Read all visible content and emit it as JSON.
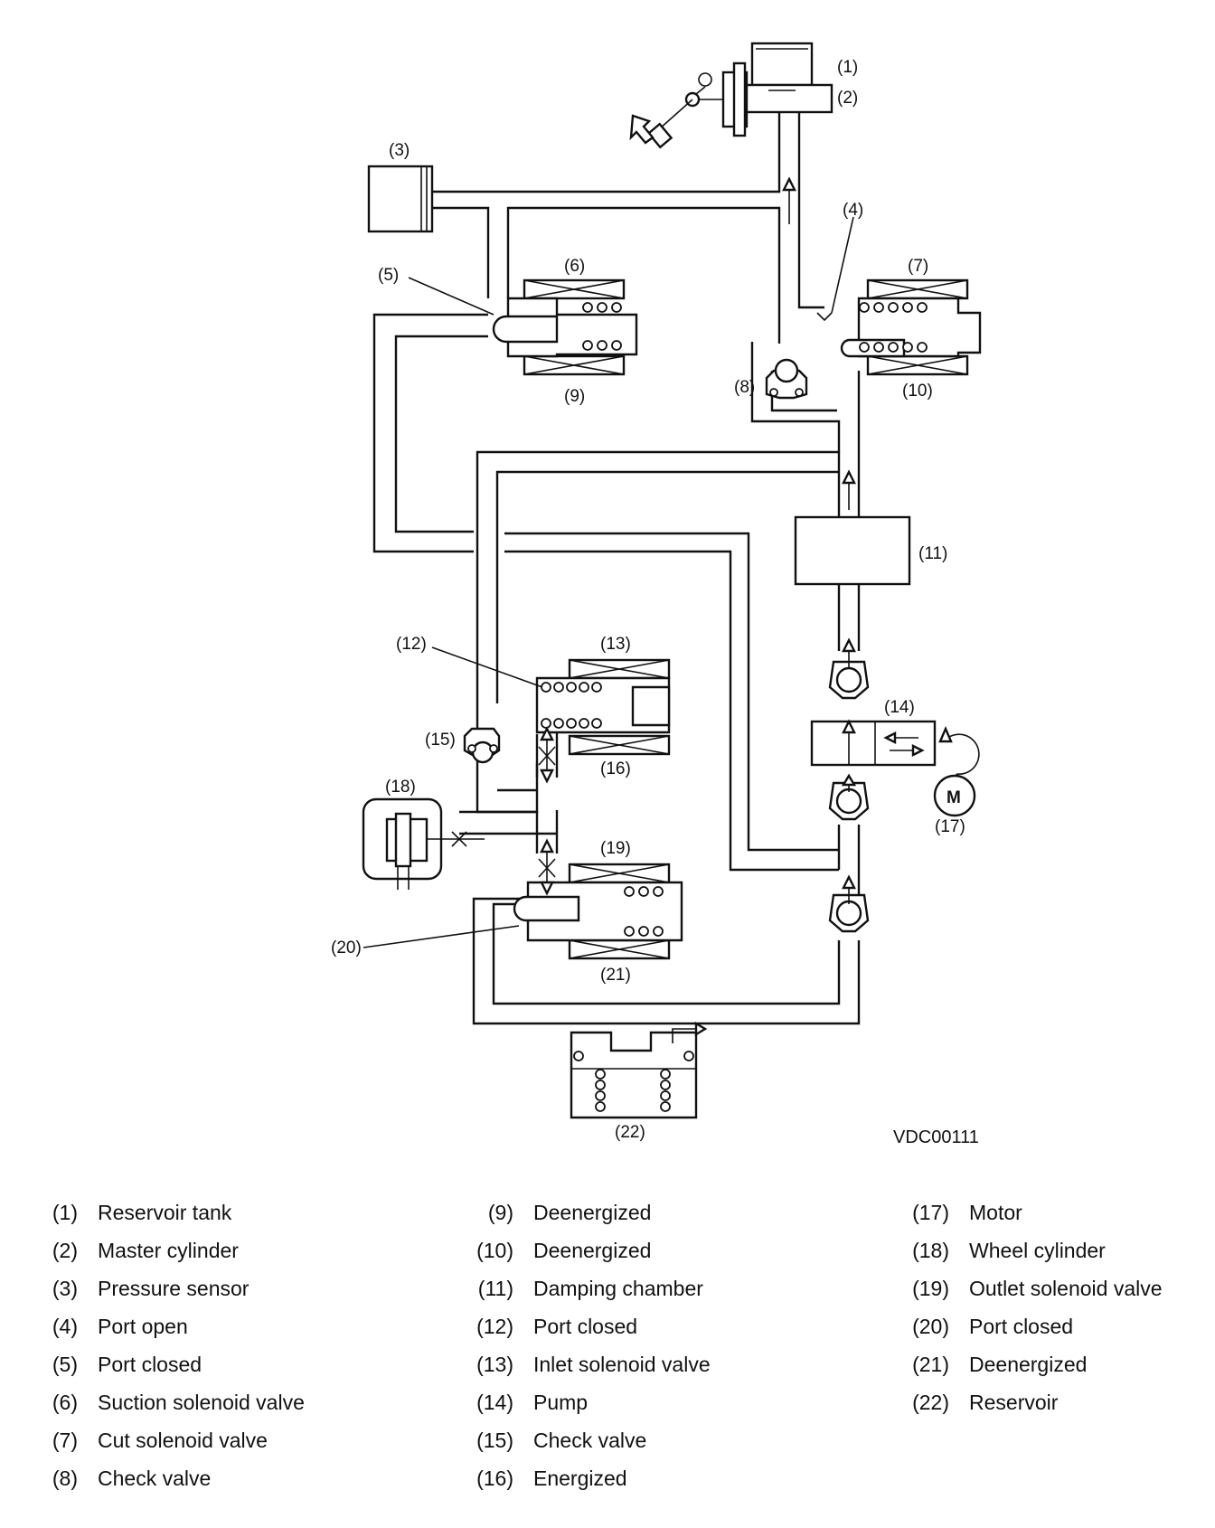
{
  "figure": {
    "code": "VDC00111",
    "callouts": [
      "(1)",
      "(2)",
      "(3)",
      "(4)",
      "(5)",
      "(6)",
      "(7)",
      "(8)",
      "(9)",
      "(10)",
      "(11)",
      "(12)",
      "(13)",
      "(14)",
      "(15)",
      "(16)",
      "(17)",
      "(18)",
      "(19)",
      "(20)",
      "(21)",
      "(22)"
    ],
    "motor_symbol": "M"
  },
  "legend": {
    "columns": [
      [
        {
          "num": "(1)",
          "label": "Reservoir tank"
        },
        {
          "num": "(2)",
          "label": "Master cylinder"
        },
        {
          "num": "(3)",
          "label": "Pressure sensor"
        },
        {
          "num": "(4)",
          "label": "Port open"
        },
        {
          "num": "(5)",
          "label": "Port closed"
        },
        {
          "num": "(6)",
          "label": "Suction solenoid valve"
        },
        {
          "num": "(7)",
          "label": "Cut solenoid valve"
        },
        {
          "num": "(8)",
          "label": "Check valve"
        }
      ],
      [
        {
          "num": "(9)",
          "label": "Deenergized"
        },
        {
          "num": "(10)",
          "label": "Deenergized"
        },
        {
          "num": "(11)",
          "label": "Damping chamber"
        },
        {
          "num": "(12)",
          "label": "Port closed"
        },
        {
          "num": "(13)",
          "label": "Inlet solenoid valve"
        },
        {
          "num": "(14)",
          "label": "Pump"
        },
        {
          "num": "(15)",
          "label": "Check valve"
        },
        {
          "num": "(16)",
          "label": "Energized"
        }
      ],
      [
        {
          "num": "(17)",
          "label": "Motor"
        },
        {
          "num": "(18)",
          "label": "Wheel cylinder"
        },
        {
          "num": "(19)",
          "label": "Outlet solenoid valve"
        },
        {
          "num": "(20)",
          "label": "Port closed"
        },
        {
          "num": "(21)",
          "label": "Deenergized"
        },
        {
          "num": "(22)",
          "label": "Reservoir"
        }
      ]
    ]
  }
}
